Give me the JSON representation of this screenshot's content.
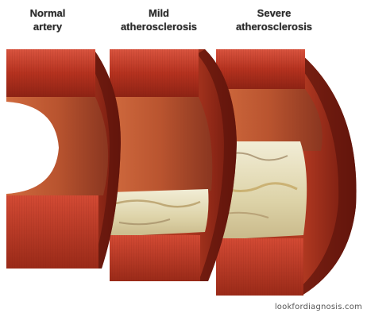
{
  "labels": {
    "normal": [
      "Normal",
      "artery"
    ],
    "mild": [
      "Mild",
      "atherosclerosis"
    ],
    "severe": [
      "Severe",
      "atherosclerosis"
    ]
  },
  "watermark": "lookfordiagnosis.com",
  "colors": {
    "artery_wall": "#c0392b",
    "artery_wall_dark": "#7e1f14",
    "lumen": "#a8452a",
    "plaque": "#e9e2c0",
    "background": "#ffffff"
  }
}
